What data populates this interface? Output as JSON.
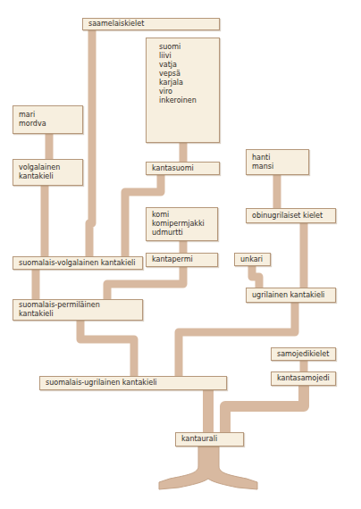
{
  "diagram": {
    "nodes": [
      {
        "text": [
          "saamelaiskielet"
        ]
      },
      {
        "text": [
          "suomi",
          "liivi",
          "vatja",
          "vepsä",
          "karjala",
          "viro",
          "inkeroinen"
        ]
      },
      {
        "text": [
          "mari",
          "mordva"
        ]
      },
      {
        "text": [
          "volgalainen kantakieli"
        ]
      },
      {
        "text": [
          "kantasuomi"
        ]
      },
      {
        "text": [
          "hanti",
          "mansi"
        ]
      },
      {
        "text": [
          "komi",
          "komipermjakki",
          "udmurtti"
        ]
      },
      {
        "text": [
          "obinugrilaiset kielet"
        ]
      },
      {
        "text": [
          "kantapermi"
        ]
      },
      {
        "text": [
          "unkari"
        ]
      },
      {
        "text": [
          "suomalais-volgalainen kantakieli"
        ]
      },
      {
        "text": [
          "ugrilainen kantakieli"
        ]
      },
      {
        "text": [
          "suomalais-permiläinen kantakieli"
        ]
      },
      {
        "text": [
          "samojedikielet"
        ]
      },
      {
        "text": [
          "kantasamojedi"
        ]
      },
      {
        "text": [
          "suomalais-ugrilainen kantakieli"
        ]
      },
      {
        "text": [
          "kantaurali"
        ]
      }
    ],
    "edges": [
      {
        "from": 16,
        "to": 15,
        "arrow": "none"
      },
      {
        "from": 16,
        "to": 14,
        "arrow": "none"
      },
      {
        "from": 14,
        "to": 13,
        "arrow": "none"
      },
      {
        "from": 15,
        "to": 12,
        "arrow": "none"
      },
      {
        "from": 15,
        "to": 11,
        "arrow": "none"
      },
      {
        "from": 11,
        "to": 9,
        "arrow": "none"
      },
      {
        "from": 11,
        "to": 7,
        "arrow": "none"
      },
      {
        "from": 7,
        "to": 5,
        "arrow": "none"
      },
      {
        "from": 12,
        "to": 10,
        "arrow": "none"
      },
      {
        "from": 12,
        "to": 8,
        "arrow": "none"
      },
      {
        "from": 8,
        "to": 6,
        "arrow": "none"
      },
      {
        "from": 10,
        "to": 3,
        "arrow": "none"
      },
      {
        "from": 10,
        "to": 4,
        "arrow": "none"
      },
      {
        "from": 10,
        "to": 0,
        "arrow": "none"
      },
      {
        "from": 4,
        "to": 1,
        "arrow": "none"
      },
      {
        "from": 3,
        "to": 2,
        "arrow": "none"
      }
    ]
  }
}
